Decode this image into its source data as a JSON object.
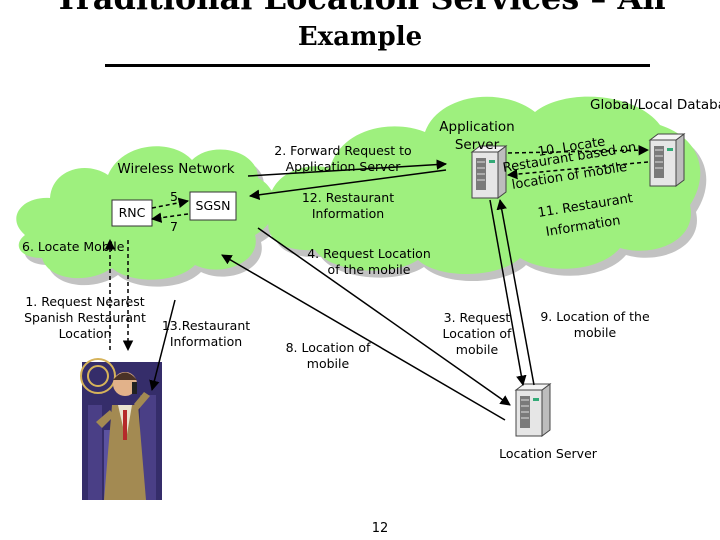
{
  "title": {
    "line1": "Traditional Location Services – An",
    "line2": "Example"
  },
  "colors": {
    "cloud": "#9ef07e",
    "cloud_shadow": "#c2c2c2",
    "arrow": "#000000",
    "server_body": "#e6e6e6"
  },
  "icons": [
    "server-icon",
    "server-icon",
    "server-icon",
    "mobile-user-icon"
  ],
  "labels": {
    "global_db": "Global/Local Database",
    "app_server": "Application Server",
    "wireless_network": "Wireless Network",
    "rnc": "RNC",
    "sgsn": "SGSN",
    "num5": "5",
    "num7": "7",
    "locate_mobile": "6. Locate Mobile",
    "request_nearest": "1. Request Nearest Spanish Restaurant Location",
    "restaurant_info_13": "13.Restaurant Information",
    "forward_request": "2. Forward Request to Application Server",
    "restaurant_info_12": "12. Restaurant Information",
    "request_location_4": "4. Request Location of the mobile",
    "location_mobile_8": "8. Location of mobile",
    "request_location_3": "3. Request Location of mobile",
    "location_mobile_9": "9. Location of the mobile",
    "location_server": "Location Server",
    "locate10_l1": "10. Locate",
    "locate10_l2": "Restaurant based on",
    "locate10_l3": "location of mobile",
    "info11_l1": "11. Restaurant",
    "info11_l2": "Information"
  },
  "page_number": "12"
}
